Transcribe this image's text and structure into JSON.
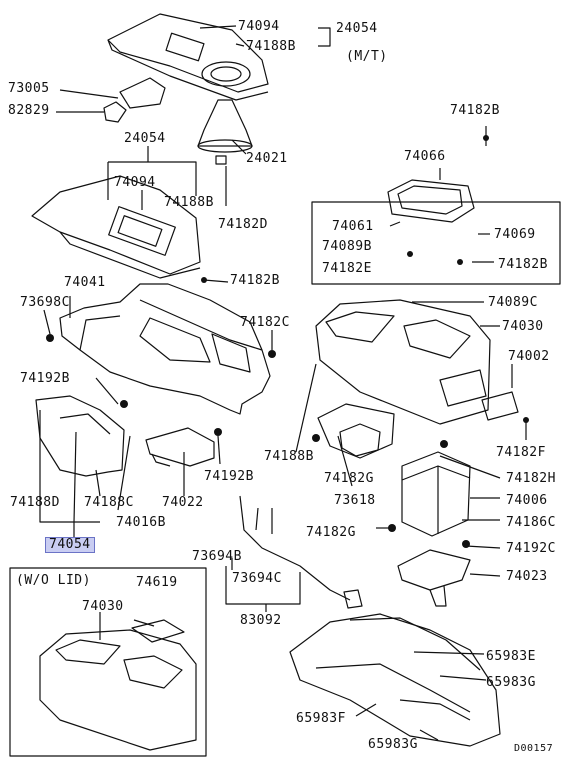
{
  "labels": {
    "p74094_top": "74094",
    "p24054_top": "24054",
    "p74188B_top": "74188B",
    "mt": "(M/T)",
    "p73005": "73005",
    "p82829": "82829",
    "p24054_mid": "24054",
    "p24021": "24021",
    "p74094_mid": "74094",
    "p74188B_mid": "74188B",
    "p74182D": "74182D",
    "p74182B_top": "74182B",
    "p74066": "74066",
    "p74061": "74061",
    "p74089B": "74089B",
    "p74182E": "74182E",
    "p74069": "74069",
    "p74182B_right": "74182B",
    "p74041": "74041",
    "p74182B_mid": "74182B",
    "p73698C": "73698C",
    "p74089C": "74089C",
    "p74030": "74030",
    "p74182C": "74182C",
    "p74002": "74002",
    "p74192B": "74192B",
    "p74182F": "74182F",
    "p74188B_low": "74188B",
    "p74182G_a": "74182G",
    "p74182H": "74182H",
    "p74192B_low": "74192B",
    "p74188D": "74188D",
    "p74188C": "74188C",
    "p74022": "74022",
    "p73618": "73618",
    "p74006": "74006",
    "p74016B": "74016B",
    "p74186C": "74186C",
    "p74054": "74054",
    "p73694B": "73694B",
    "p74182G_b": "74182G",
    "p74192C": "74192C",
    "p74023": "74023",
    "wo_lid": "(W/O LID)",
    "p74619": "74619",
    "p74030_b": "74030",
    "p73694C": "73694C",
    "p83092": "83092",
    "p65983E": "65983E",
    "p65983G_a": "65983G",
    "p65983F": "65983F",
    "p65983G_b": "65983G",
    "code": "D00157"
  }
}
